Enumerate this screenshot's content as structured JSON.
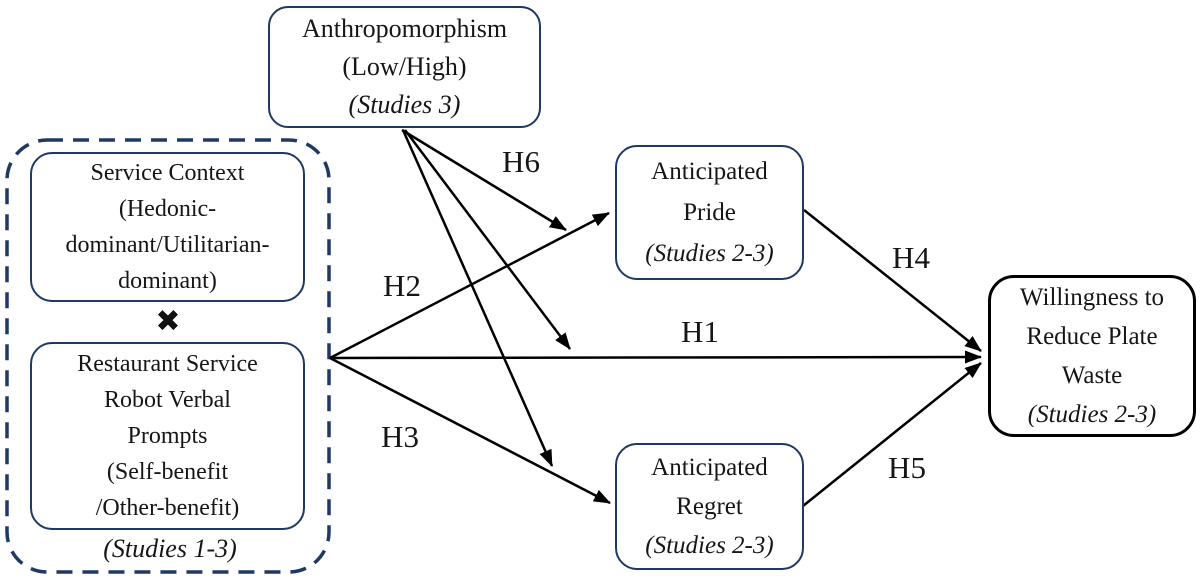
{
  "colors": {
    "construct_border": "#1f3864",
    "outcome_border": "#000000",
    "arrow": "#000000",
    "text": "#161616"
  },
  "nodes": {
    "anthropomorphism": {
      "lines": [
        "Anthropomorphism",
        "(Low/High)"
      ],
      "studies": "(Studies 3)"
    },
    "service_context": {
      "lines": [
        "Service Context",
        "(Hedonic-",
        "dominant/Utilitarian-",
        "dominant)"
      ]
    },
    "robot_prompts": {
      "lines": [
        "Restaurant Service",
        "Robot Verbal",
        "Prompts",
        "(Self-benefit",
        "/Other-benefit)"
      ]
    },
    "interaction": {
      "symbol": "✖",
      "studies": "(Studies 1-3)"
    },
    "anticipated_pride": {
      "lines": [
        "Anticipated",
        "Pride"
      ],
      "studies": "(Studies 2-3)"
    },
    "anticipated_regret": {
      "lines": [
        "Anticipated",
        "Regret"
      ],
      "studies": "(Studies 2-3)"
    },
    "willingness": {
      "lines": [
        "Willingness to",
        "Reduce Plate",
        "Waste"
      ],
      "studies": "(Studies 2-3)"
    }
  },
  "hypotheses": {
    "h1": "H1",
    "h2": "H2",
    "h3": "H3",
    "h4": "H4",
    "h5": "H5",
    "h6": "H6"
  }
}
